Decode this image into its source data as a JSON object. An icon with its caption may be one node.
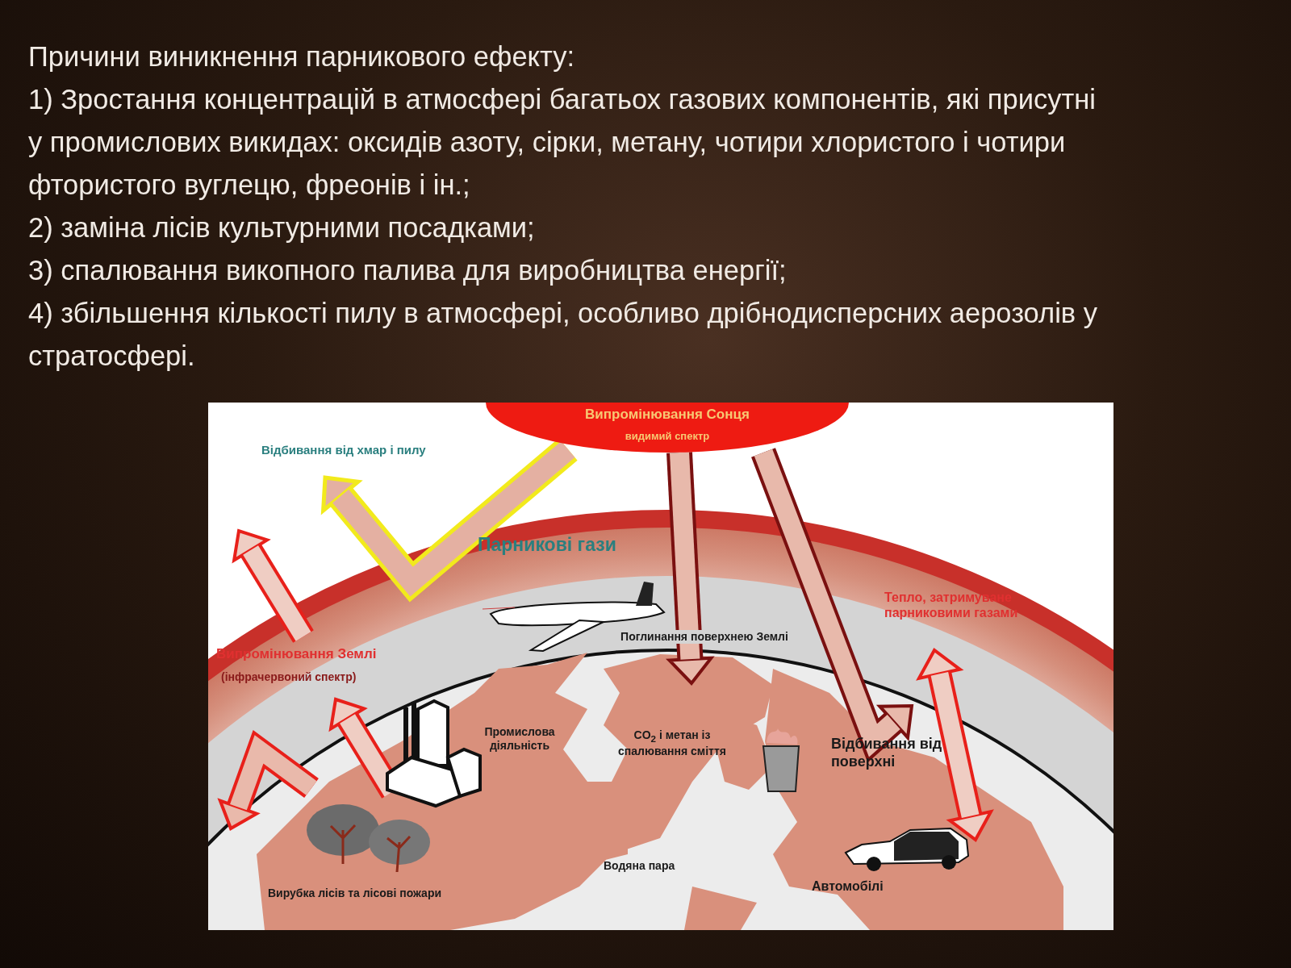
{
  "diagram": {
    "title": "Причини виникнення парникового ефекту:",
    "nodes": [
      {
        "text": [
          "Випромінювання Сонця",
          "видимий спектр"
        ]
      }
    ],
    "labels": [
      "1) Зростання концентрацій в атмосфері багатьох газових компонентів, які присутні у промислових викидах: оксидів азоту, сірки, метану, чотири хлористого і чотири фтористого вуглецю, фреонів і ін.;",
      "2) заміна лісів культурними посадками;",
      "3) спалювання викопного палива для виробництва енергії;",
      "4) збільшення кількості пилу в атмосфері, особливо дрібнодисперсних аерозолів у стратосфері.",
      "Відбивання від хмар і пилу",
      "Парникові гази",
      "Тепло, затримуване парниковими газами",
      "Поглинання поверхнею Землі",
      "Випромінювання Землі",
      "(інфрачервоний спектр)",
      "Промислова діяльність",
      "CO$_{2}$ і метан із спалювання сміття",
      "Відбивання від поверхні",
      "Водяна пара",
      "Вирубка лісів та лісові пожари",
      "Автомобілі"
    ]
  }
}
